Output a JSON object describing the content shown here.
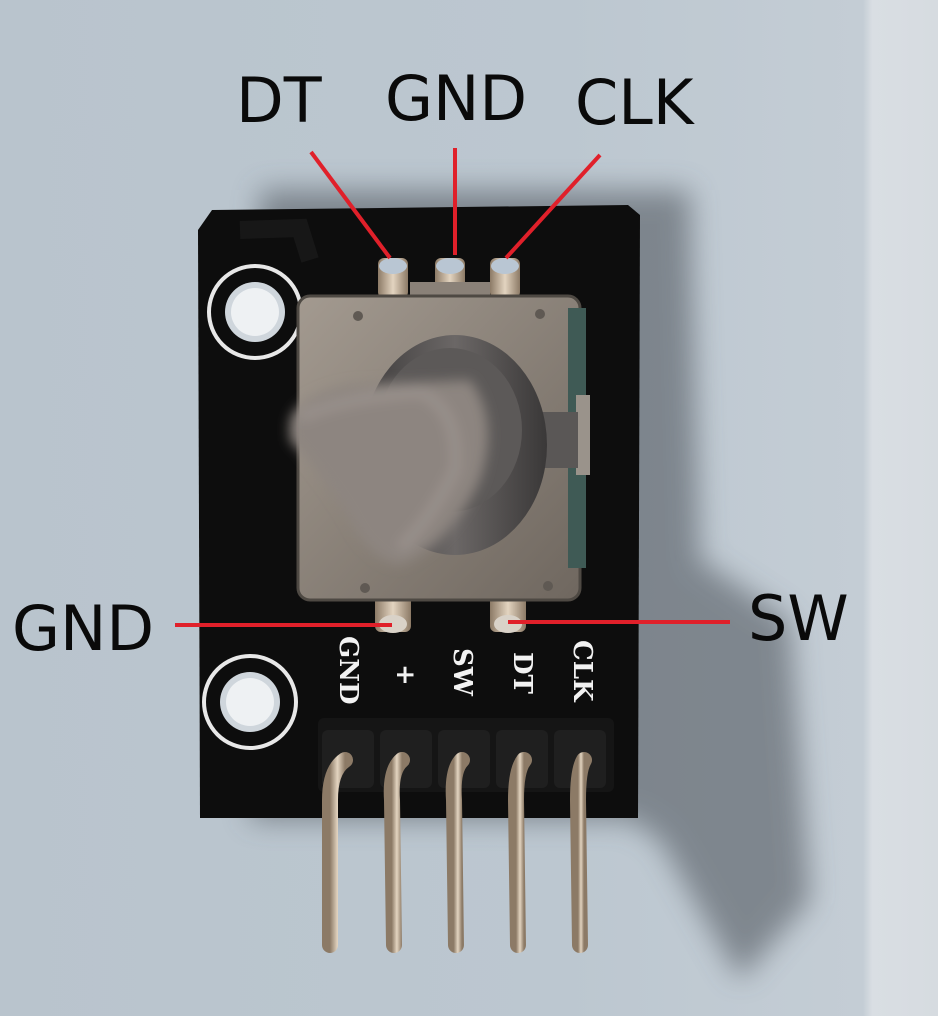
{
  "top_labels": {
    "dt": "DT",
    "gnd": "GND",
    "clk": "CLK"
  },
  "side_labels": {
    "gnd": "GND",
    "sw": "SW"
  },
  "silkscreen": {
    "gnd": "GND",
    "plus": "+",
    "sw": "SW",
    "dt": "DT",
    "clk": "CLK"
  },
  "colors": {
    "board": "#0d0d0d",
    "annotation_line": "#e0202a",
    "encoder_body": "#8a8178",
    "knob": "#8d8580",
    "pins": "#c8b49a"
  }
}
